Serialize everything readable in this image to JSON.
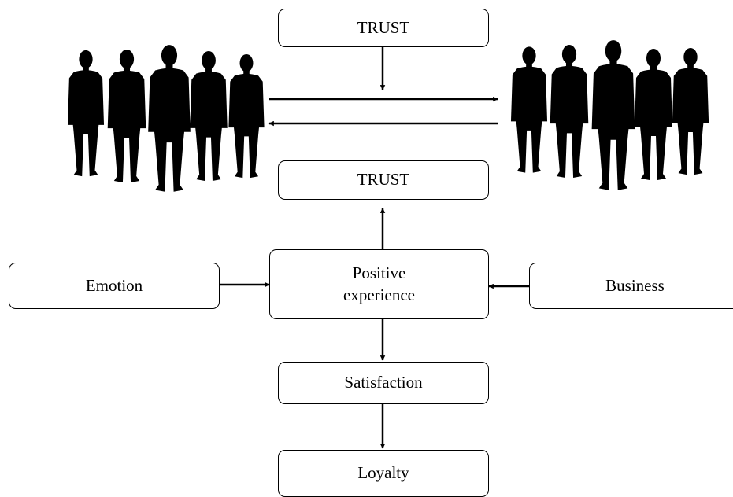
{
  "nodes": {
    "trust_top": {
      "label": "TRUST"
    },
    "trust_mid": {
      "label": "TRUST"
    },
    "emotion": {
      "label": "Emotion"
    },
    "positive_experience": {
      "label": "Positive\nexperience"
    },
    "business": {
      "label": "Business"
    },
    "satisfaction": {
      "label": "Satisfaction"
    },
    "loyalty": {
      "label": "Loyalty"
    }
  },
  "edges": [
    {
      "from": "trust_top",
      "to": "exchange_arrows"
    },
    {
      "from": "group_left",
      "to": "group_right"
    },
    {
      "from": "group_right",
      "to": "group_left"
    },
    {
      "from": "positive_experience",
      "to": "trust_mid"
    },
    {
      "from": "emotion",
      "to": "positive_experience"
    },
    {
      "from": "business",
      "to": "positive_experience"
    },
    {
      "from": "positive_experience",
      "to": "satisfaction"
    },
    {
      "from": "satisfaction",
      "to": "loyalty"
    }
  ],
  "groups": {
    "left": {
      "icon": "people-group-silhouette-icon",
      "count": 5
    },
    "right": {
      "icon": "people-group-silhouette-icon",
      "count": 5
    }
  },
  "colors": {
    "stroke": "#000000",
    "fill": "#ffffff",
    "silhouette": "#000000"
  }
}
